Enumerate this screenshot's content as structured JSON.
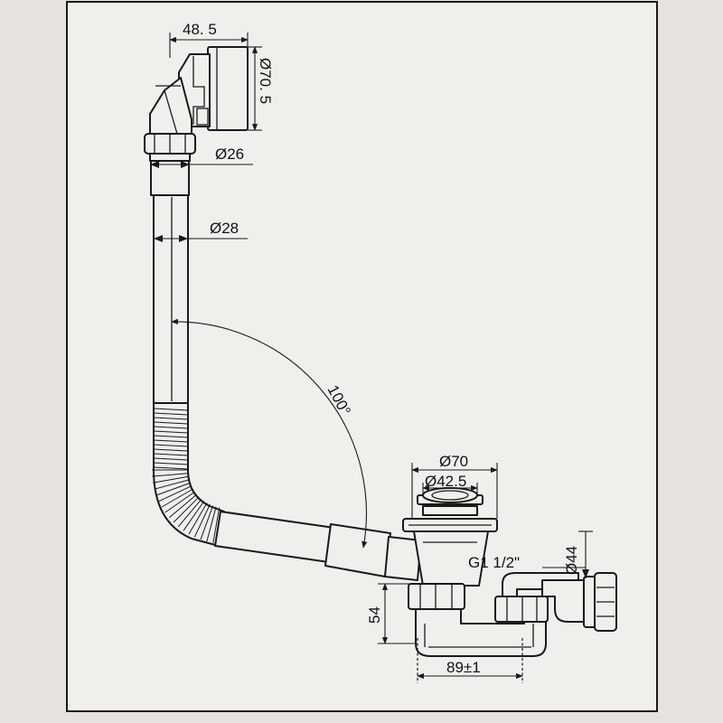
{
  "drawing": {
    "labels": {
      "overflow_depth": "48. 5",
      "overflow_diameter": "Ø70. 5",
      "tube_small_diameter": "Ø26",
      "tube_large_diameter": "Ø28",
      "bend_angle": "100°",
      "waste_outer_diameter": "Ø70",
      "waste_inner_diameter": "Ø42.5",
      "thread": "G1 1/2\"",
      "outlet_diameter": "Ø44",
      "trap_height": "54",
      "trap_spacing": "89±1"
    }
  }
}
